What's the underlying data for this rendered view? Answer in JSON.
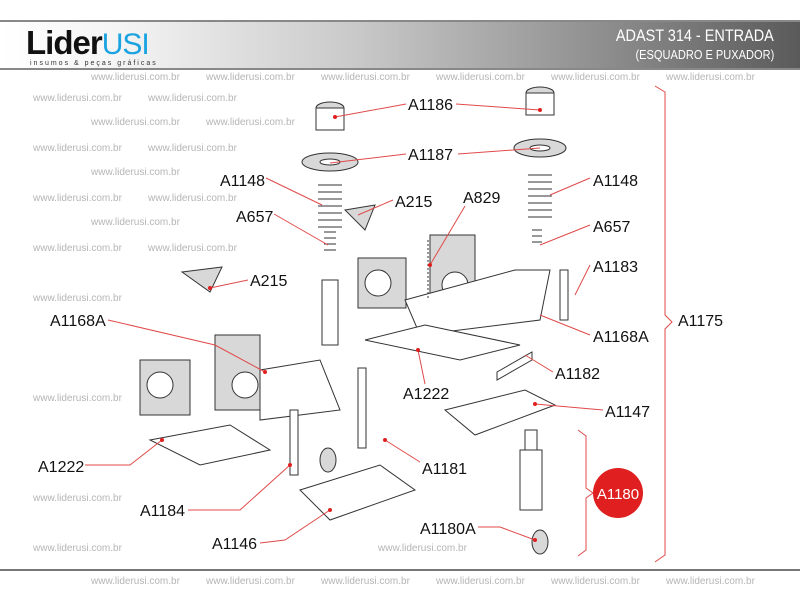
{
  "header": {
    "logo_main": "Lider",
    "logo_accent": "USI",
    "tagline": "insumos & peças gráficas",
    "title": "ADAST 314 - ENTRADA",
    "subtitle": "(ESQUADRO E PUXADOR)"
  },
  "watermark": "www.liderusi.com.br",
  "accent_color": "#e02020",
  "labels": {
    "a1186": "A1186",
    "a1187": "A1187",
    "a1148_left": "A1148",
    "a1148_right": "A1148",
    "a215_top": "A215",
    "a829": "A829",
    "a657_left": "A657",
    "a657_right": "A657",
    "a215_left": "A215",
    "a1183": "A1183",
    "a1168a_left": "A1168A",
    "a1168a_right": "A1168A",
    "a1175": "A1175",
    "a1222_center": "A1222",
    "a1182": "A1182",
    "a1147": "A1147",
    "a1222_left": "A1222",
    "a1181": "A1181",
    "a1184": "A1184",
    "a1180": "A1180",
    "a1180a": "A1180A",
    "a1146": "A1146"
  }
}
